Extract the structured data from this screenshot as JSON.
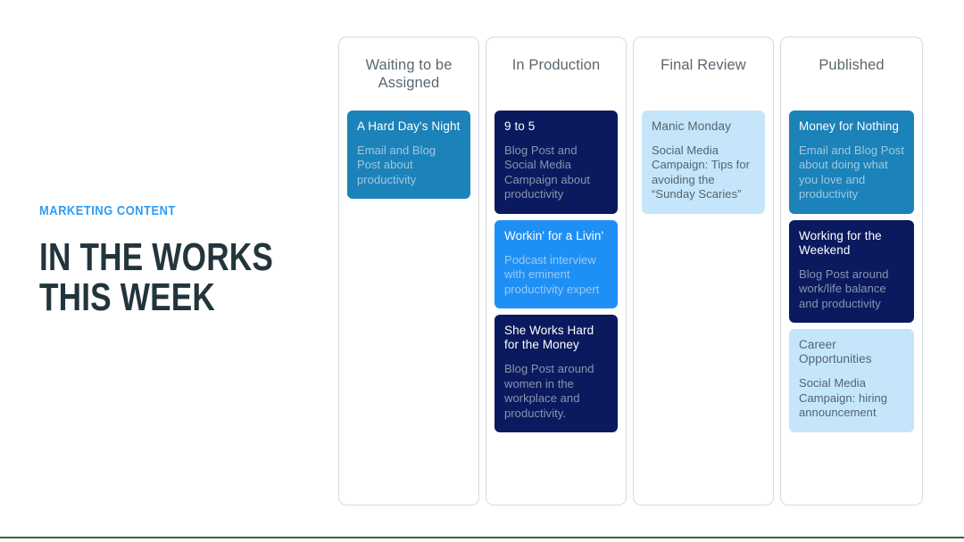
{
  "slide": {
    "eyebrow": "Marketing Content",
    "headline": "In the Works\nThis Week",
    "accent_color": "#2f9cf4",
    "headline_color": "#23353c",
    "bottom_rule_color": "#3d5f46"
  },
  "board": {
    "columns": [
      {
        "title": "Waiting to be Assigned",
        "cards": [
          {
            "title": "A Hard Day's Night",
            "body": "Email and Blog Post about productivity",
            "theme": "medium-blue",
            "bg": "#1b82ba"
          }
        ]
      },
      {
        "title": "In Production",
        "cards": [
          {
            "title": "9 to 5",
            "body": "Blog Post and Social Media Campaign about productivity",
            "theme": "navy",
            "bg": "#0b1a5e"
          },
          {
            "title": "Workin' for a Livin'",
            "body": "Podcast interview with eminent productivity expert",
            "theme": "bright-blue",
            "bg": "#1e90f5"
          },
          {
            "title": "She Works Hard for the Money",
            "body": "Blog Post around women in the workplace and productivity.",
            "theme": "navy",
            "bg": "#0b1a5e"
          }
        ]
      },
      {
        "title": "Final Review",
        "cards": [
          {
            "title": "Manic Monday",
            "body": "Social Media Campaign: Tips for avoiding the “Sunday Scaries”",
            "theme": "light-blue",
            "bg": "#c5e6fa"
          }
        ]
      },
      {
        "title": "Published",
        "cards": [
          {
            "title": "Money for Nothing",
            "body": "Email and Blog Post about doing what you love and productivity",
            "theme": "medium-blue",
            "bg": "#1b82ba"
          },
          {
            "title": "Working for the Weekend",
            "body": "Blog Post around work/life balance and productivity",
            "theme": "navy",
            "bg": "#0b1a5e"
          },
          {
            "title": "Career Opportunities",
            "body": "Social Media Campaign: hiring announcement",
            "theme": "light-blue",
            "bg": "#c5e6fa"
          }
        ]
      }
    ]
  }
}
